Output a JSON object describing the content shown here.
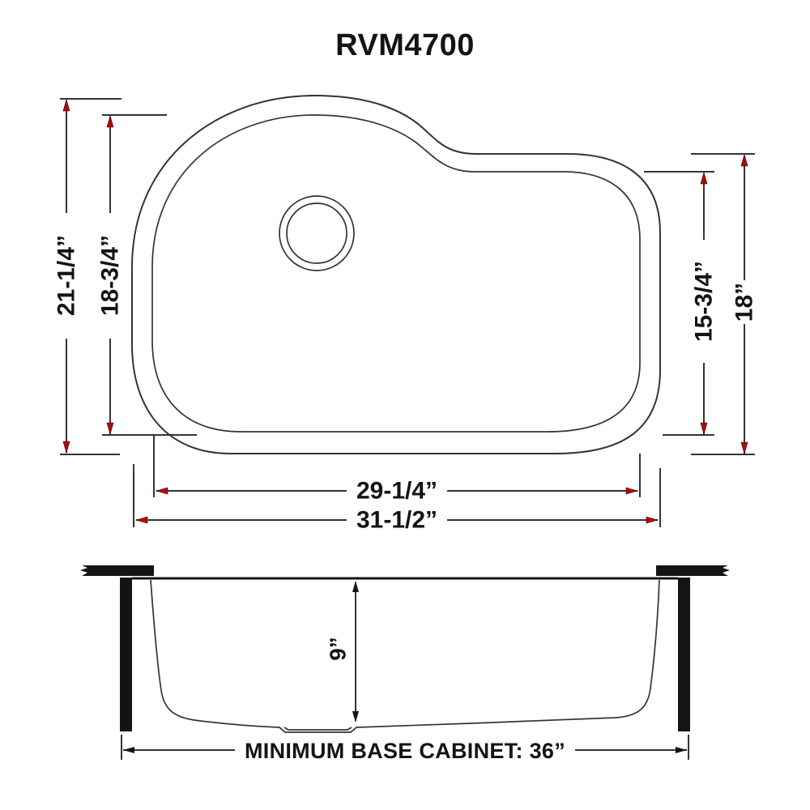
{
  "title": "RVM4700",
  "colors": {
    "background": "#ffffff",
    "line": "#343434",
    "ink": "#141414",
    "accent": "#c00000"
  },
  "top_view": {
    "overall_height": "21-1/4”",
    "bowl_height": "18-3/4”",
    "right_bowl_height": "15-3/4”",
    "right_overall_height": "18”",
    "bowl_width": "29-1/4”",
    "overall_width": "31-1/2”"
  },
  "side_view": {
    "bowl_depth": "9”",
    "base_cabinet_note": "MINIMUM BASE CABINET: 36”"
  }
}
